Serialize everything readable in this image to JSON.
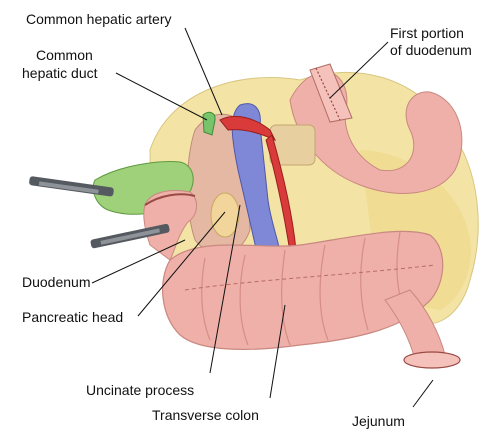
{
  "labels": {
    "common_hepatic_artery": "Common hepatic artery",
    "common_hepatic_duct_line1": "Common",
    "common_hepatic_duct_line2": "hepatic duct",
    "first_portion_line1": "First portion",
    "first_portion_line2": "of duodenum",
    "duodenum": "Duodenum",
    "pancreatic_head": "Pancreatic head",
    "uncinate_process": "Uncinate process",
    "transverse_colon": "Transverse colon",
    "jejunum": "Jejunum"
  },
  "colors": {
    "fat": "#f3e4a6",
    "bowel": "#eeb0a8",
    "bowel_shadow": "#d48e86",
    "vein": "#7f88d6",
    "artery": "#d93a3a",
    "duct": "#78c46a",
    "gallbladder": "#9fd07a",
    "instrument": "#555a60"
  }
}
